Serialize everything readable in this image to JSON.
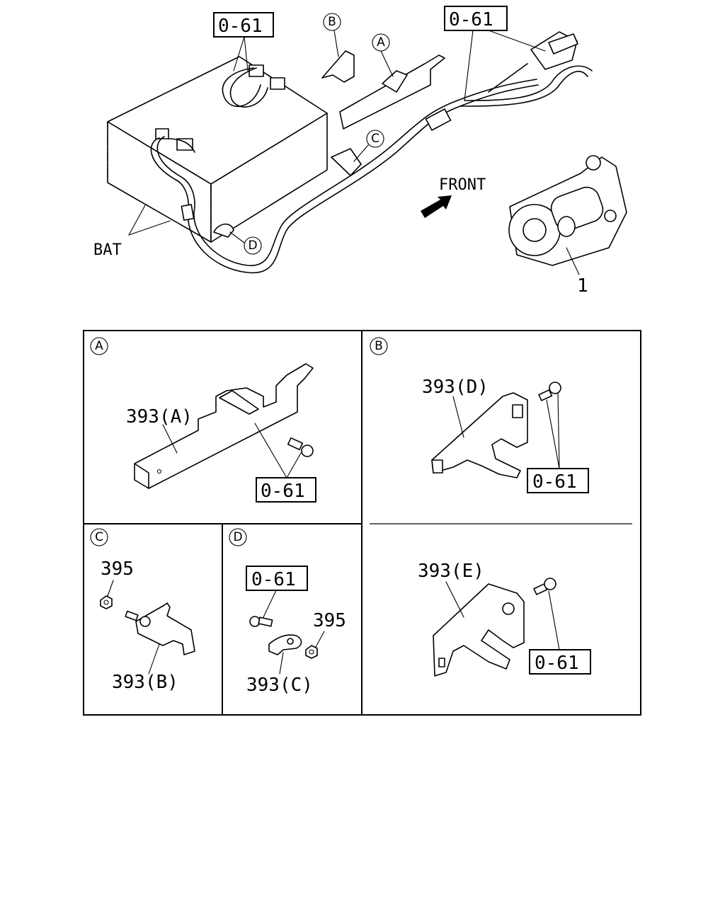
{
  "overview": {
    "callout_061_left": "0-61",
    "callout_061_right": "0-61",
    "front_label": "FRONT",
    "bat_label": "BAT",
    "starter_ref": "1",
    "detail_refs": [
      "A",
      "B",
      "C",
      "D"
    ]
  },
  "panels": {
    "A": {
      "marker": "A",
      "part": "393(A)",
      "fastener": "0-61"
    },
    "B": {
      "marker": "B",
      "upper": {
        "part": "393(D)",
        "fastener": "0-61"
      },
      "lower": {
        "part": "393(E)",
        "fastener": "0-61"
      }
    },
    "C": {
      "marker": "C",
      "part": "393(B)",
      "nut": "395"
    },
    "D": {
      "marker": "D",
      "part": "393(C)",
      "nut": "395",
      "fastener": "0-61"
    }
  }
}
